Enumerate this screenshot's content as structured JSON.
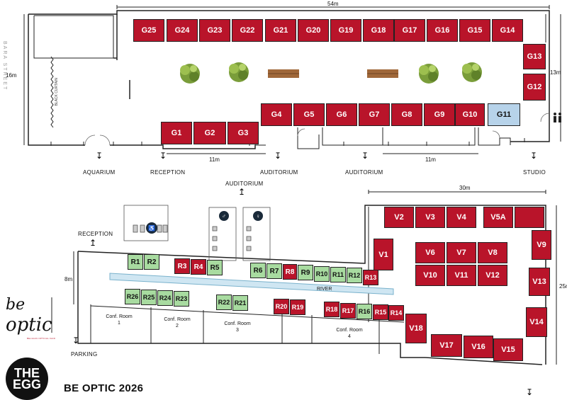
{
  "title": "BE OPTIC 2026",
  "colors": {
    "red_booth": "#b9142a",
    "green_booth": "#a8dba0",
    "blue_booth": "#b7d3ea",
    "river": "#cfe6f2",
    "walls": "#222222"
  },
  "ground_floor": {
    "dimensions": {
      "length": "54m",
      "width": "16m",
      "right_width": "13m",
      "segment_left": "11m",
      "segment_right": "11m"
    },
    "street": "BARA STREET",
    "curtain": "BLACK CURTAIN",
    "directions": {
      "aquarium": "AQUARIUM",
      "reception": "RECEPTION",
      "auditorium_1": "AUDITORIUM",
      "auditorium_2": "AUDITORIUM",
      "studio": "STUDIO"
    },
    "booths": {
      "top_row": [
        "G25",
        "G24",
        "G23",
        "G22",
        "G21",
        "G20",
        "G19",
        "G18",
        "G17",
        "G16",
        "G15",
        "G14"
      ],
      "right_col": [
        "G13",
        "G12"
      ],
      "middle_row": [
        "G4",
        "G5",
        "G6",
        "G7",
        "G8",
        "G9",
        "G10",
        "G11"
      ],
      "bottom_row": [
        "G1",
        "G2",
        "G3"
      ]
    }
  },
  "first_floor": {
    "dimensions": {
      "length": "30m",
      "width_left": "8m",
      "width_right": "25m"
    },
    "directions": {
      "auditorium": "AUDITORIUM",
      "reception": "RECEPTION",
      "parking": "PARKING"
    },
    "river": "RIVER",
    "conference_rooms": [
      "Conf. Room 1",
      "Conf. Room 2",
      "Conf. Room 3",
      "Conf. Room 4"
    ],
    "r_booths_upper": [
      "R1",
      "R2",
      "R3",
      "R4",
      "R5",
      "R6",
      "R7",
      "R8",
      "R9",
      "R10",
      "R11",
      "R12",
      "R13"
    ],
    "r_booths_lower": [
      "R26",
      "R25",
      "R24",
      "R23",
      "R22",
      "R21",
      "R20",
      "R19",
      "R18",
      "R17",
      "R16",
      "R15",
      "R14"
    ],
    "v_booths": [
      "V1",
      "V2",
      "V3",
      "V4",
      "V5A",
      "V6",
      "V7",
      "V8",
      "V9",
      "V10",
      "V11",
      "V12",
      "V13",
      "V14",
      "V15",
      "V16",
      "V17",
      "V18"
    ]
  },
  "logos": {
    "be_optic": [
      "be",
      "optic"
    ],
    "be_optic_tagline": "BELGIAN OPTICAL FAIR",
    "the_egg": [
      "THE",
      "EGG"
    ]
  }
}
